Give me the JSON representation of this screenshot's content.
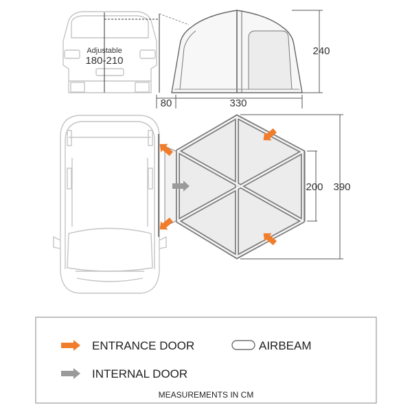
{
  "side_view": {
    "adjustable_label": "Adjustable",
    "adjustable_range": "180-210",
    "height_dim": "240",
    "gap_dim": "80",
    "width_dim": "330"
  },
  "top_view": {
    "inner_dim": "200",
    "depth_dim": "390"
  },
  "legend": {
    "entrance_label": "ENTRANCE DOOR",
    "airbeam_label": "AIRBEAM",
    "internal_label": "INTERNAL DOOR",
    "note": "MEASUREMENTS IN CM"
  },
  "colors": {
    "entrance_arrow": "#f07d2b",
    "internal_arrow": "#9a9a9a",
    "line": "#777777",
    "van_line": "#bdbdbd"
  }
}
